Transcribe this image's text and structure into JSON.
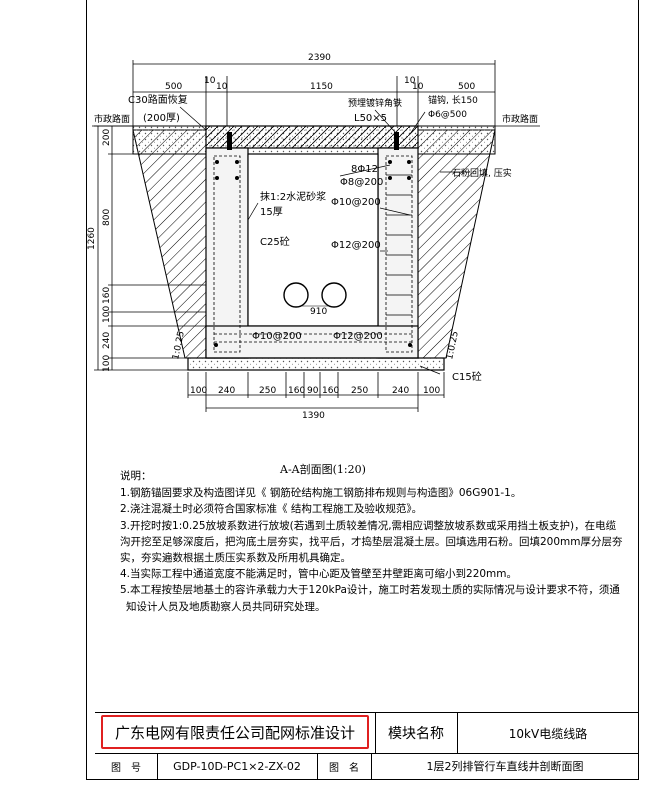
{
  "title_block": {
    "company": "广东电网有限责任公司配网标准设计",
    "module_label": "模块名称",
    "module_value": "10kV电缆线路",
    "drawing_no_label": "图　号",
    "drawing_no_value": "GDP-10D-PC1×2-ZX-02",
    "drawing_name_label": "图　名",
    "drawing_name_value": "1层2列排管行车直线井剖断面图"
  },
  "caption": "A-A剖面图(1:20)",
  "notes": {
    "heading": "说明：",
    "items": [
      "1.钢筋锚固要求及构造图详见《 钢筋砼结构施工钢筋排布规则与构造图》06G901-1。",
      "2.浇注混凝土时必须符合国家标准《 结构工程施工及验收规范》。",
      "3.开挖时按1:0.25放坡系数进行放坡(若遇到土质较差情况,需相应调整放坡系数或采用挡土板支护)，在电缆",
      "沟开挖至足够深度后，把沟底土层夯实，找平后，才捣垫层混凝土层。回填选用石粉。回填200mm厚分层夯",
      "实，夯实遍数根据土质压实系数及所用机具确定。",
      "4.当实际工程中通道宽度不能满足时，管中心距及管壁至井壁距离可缩小到220mm。",
      "5.本工程按垫层地基土的容许承载力大于120kPa设计，施工时若发现土质的实际情况与设计要求不符，须通",
      "知设计人员及地质勘察人员共同研究处理。"
    ]
  },
  "drawing": {
    "top_dims": {
      "overall": "2390",
      "left": "500",
      "gap_l": "10",
      "mid": "1150",
      "gap_r": "10",
      "right": "500",
      "left_top_gap": "10",
      "right_top_gap": "10"
    },
    "bottom_dims": {
      "segments": [
        "100",
        "240",
        "250",
        "160",
        "90",
        "160",
        "250",
        "240",
        "100"
      ],
      "overall": "1390"
    },
    "left_dims": {
      "overall": "1260",
      "segments": [
        "200",
        "800",
        "160",
        "100",
        "240",
        "100"
      ]
    },
    "labels": {
      "c30": "C30路面恢复",
      "c30_thk": "(200厚)",
      "road_left": "市政路面",
      "road_right": "市政路面",
      "embed": "预埋镀锌角铁",
      "angle": "L50×5",
      "anchor": "锚钩, 长150",
      "anchor_spec": "Φ6@500",
      "bar8": "8Φ12",
      "bar8_stir": "Φ8@200",
      "backfill": "石粉回填, 压实",
      "plaster": "抹1:2水泥砂浆",
      "plaster_thk": "15厚",
      "c25": "C25砼",
      "wall_bar1": "Φ10@200",
      "wall_bar2": "Φ12@200",
      "pipe_width": "910",
      "bot_bar1": "Φ10@200",
      "bot_bar2": "Φ12@200",
      "slope_left": "1:0.25",
      "slope_right": "1:0.25",
      "c15": "C15砼"
    }
  }
}
